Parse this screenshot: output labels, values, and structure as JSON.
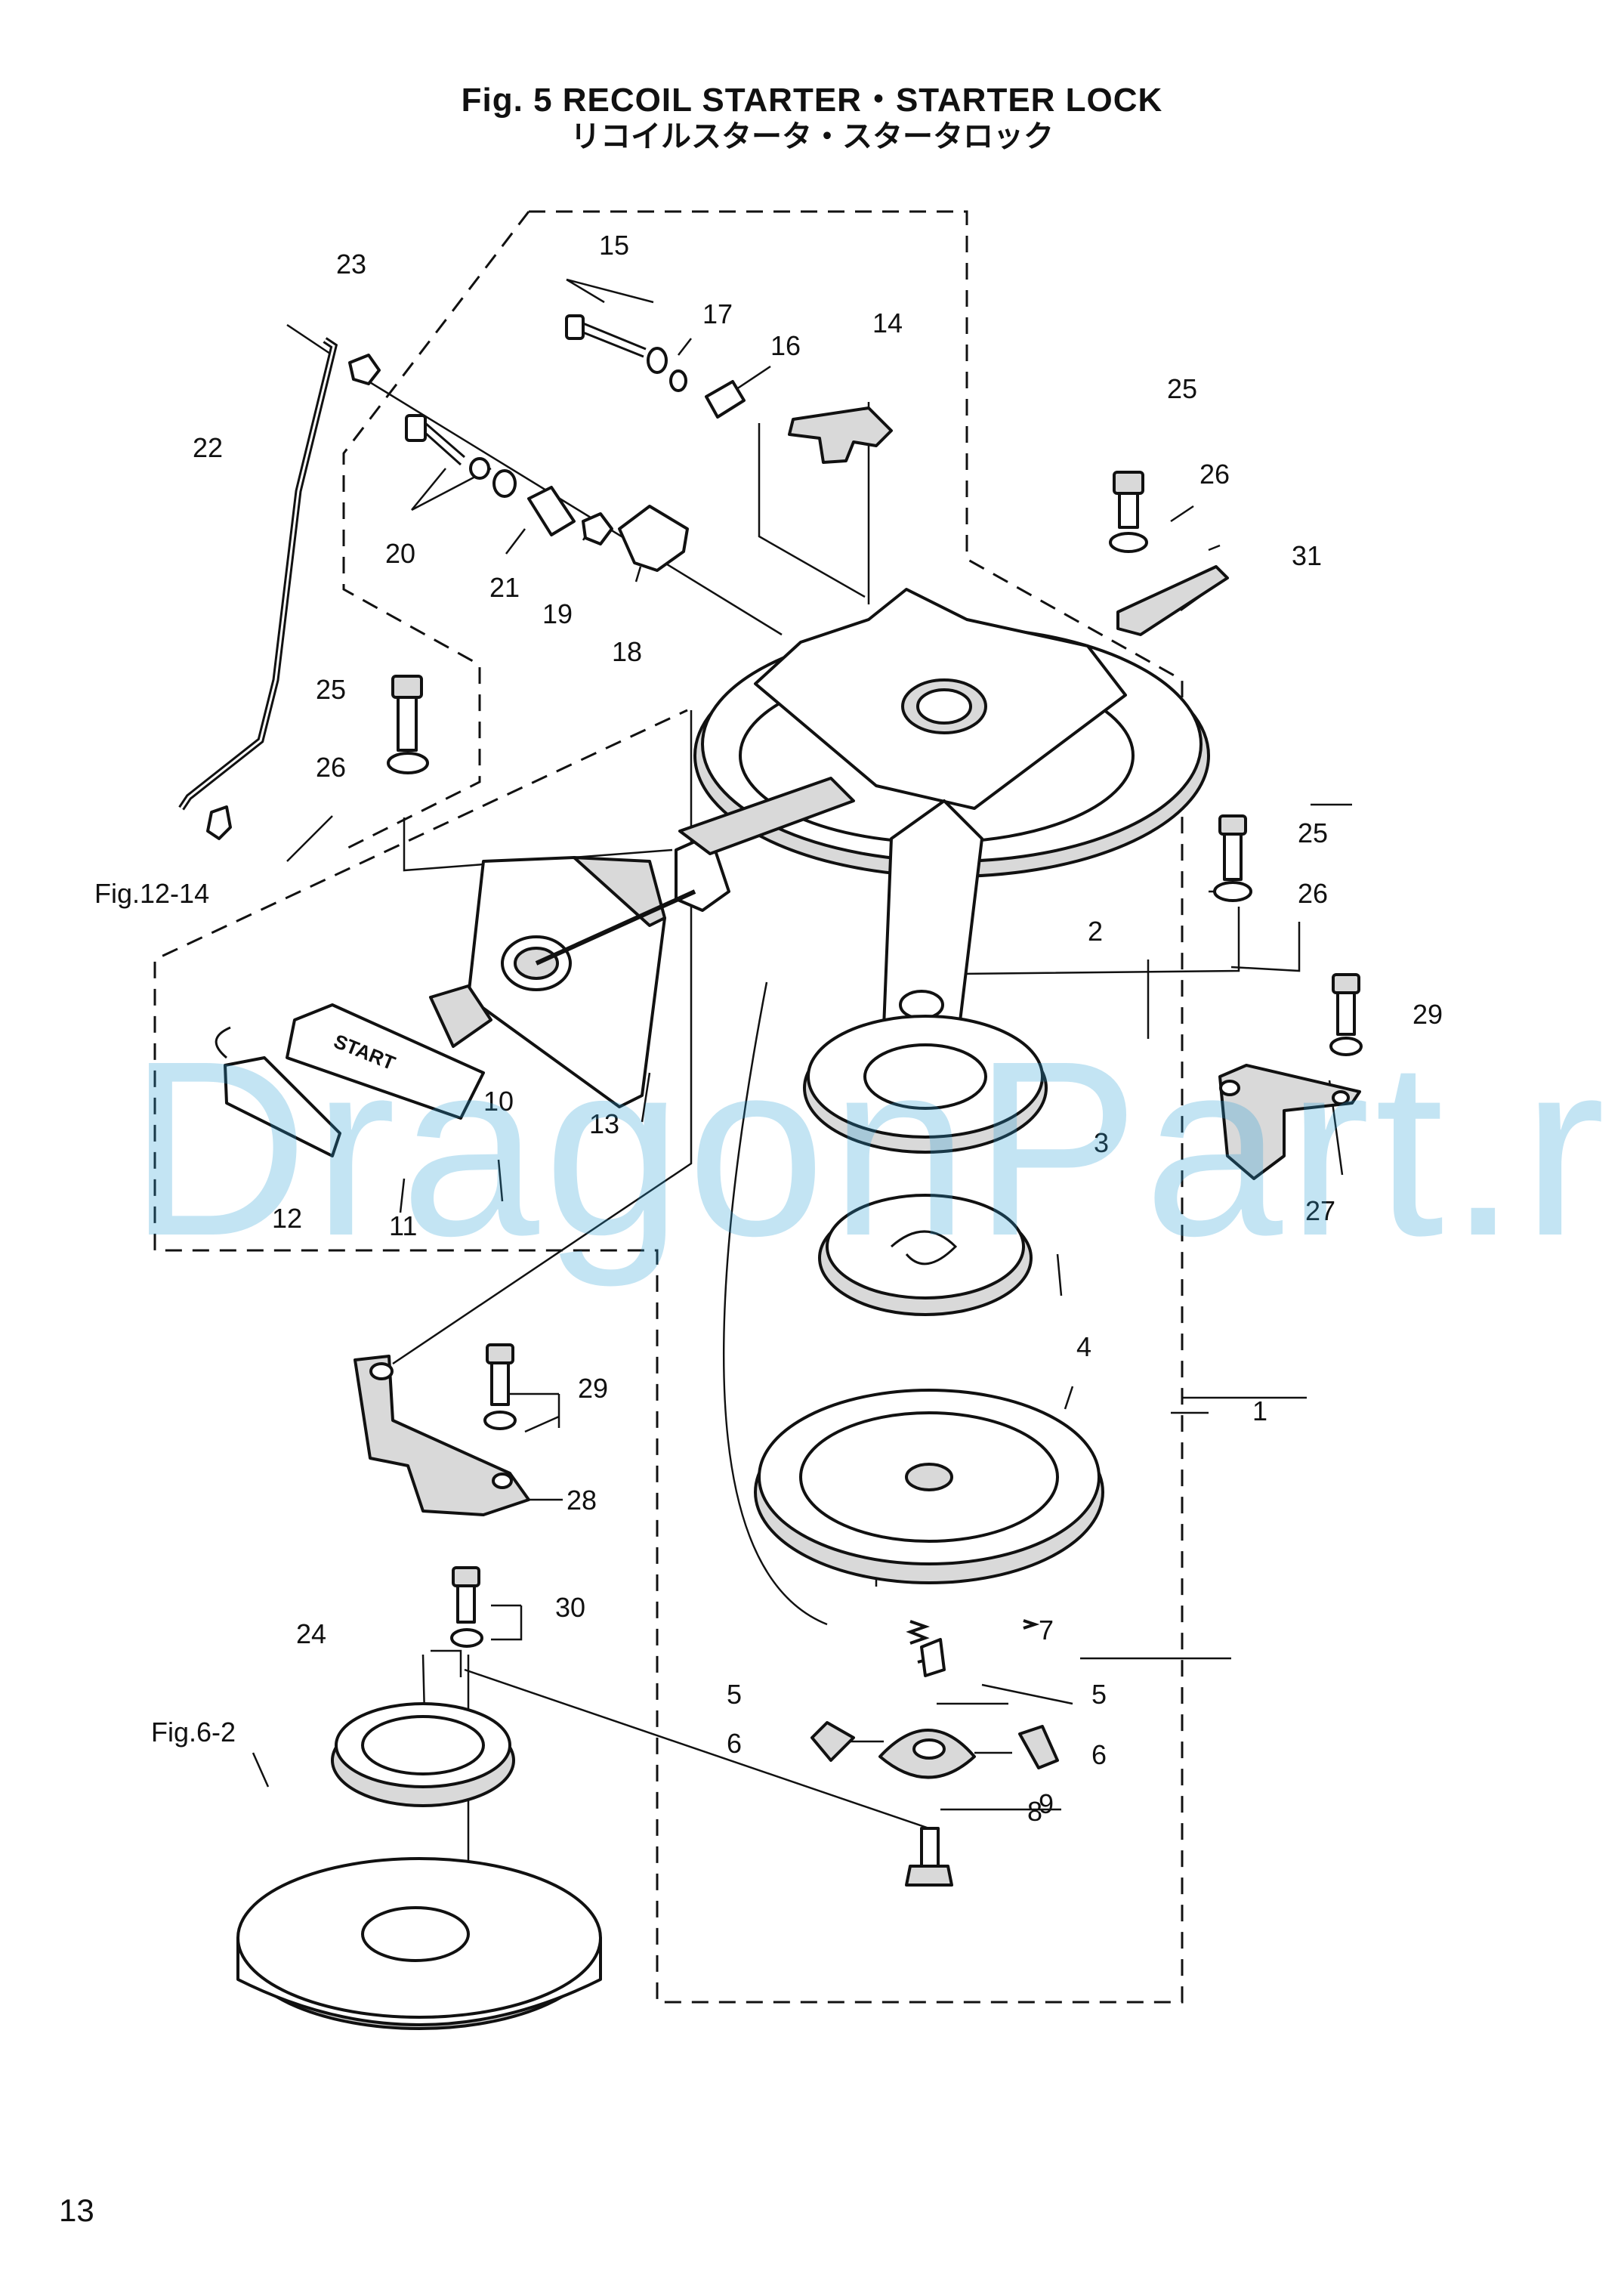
{
  "title_en": "Fig. 5   RECOIL STARTER・STARTER LOCK",
  "title_jp": "リコイルスタータ・スタータロック",
  "watermark": "DragonPart.ru",
  "page_number": "13",
  "handle_text": "START",
  "callouts": {
    "c1": "1",
    "c2": "2",
    "c3": "3",
    "c4": "4",
    "c5a": "5",
    "c5b": "5",
    "c6a": "6",
    "c6b": "6",
    "c7": "7",
    "c8": "8",
    "c9": "9",
    "c10": "10",
    "c11": "11",
    "c12": "12",
    "c13": "13",
    "c14": "14",
    "c15": "15",
    "c16": "16",
    "c17": "17",
    "c18": "18",
    "c19": "19",
    "c20": "20",
    "c21": "21",
    "c22": "22",
    "c23": "23",
    "c24": "24",
    "c25a": "25",
    "c25b": "25",
    "c25c": "25",
    "c26a": "26",
    "c26b": "26",
    "c26c": "26",
    "c27": "27",
    "c28": "28",
    "c29a": "29",
    "c29b": "29",
    "c30": "30",
    "c31": "31"
  },
  "references": {
    "fig12": "Fig.12-14",
    "fig6": "Fig.6-2"
  }
}
